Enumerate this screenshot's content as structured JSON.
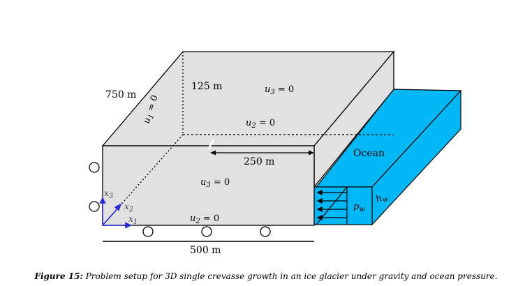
{
  "labels": {
    "depth": "750 m",
    "width": "500 m",
    "crevasse_length": "250 m",
    "top_right_dim": "125 m",
    "ocean": "Ocean",
    "u1": "u",
    "u1_sub": "1",
    "u1_eq": " = 0",
    "u2_top": "u",
    "u2_sub": "2",
    "u2_eq": " = 0",
    "u3_top": "u",
    "u3_sub": "3",
    "u3_eq": " = 0",
    "pw": "p",
    "pw_sub": "w",
    "hw": "h",
    "hw_sub": "w",
    "x1": "x",
    "x1_sub": "1",
    "x2": "x",
    "x2_sub": "2",
    "x3": "x",
    "x3_sub": "3"
  },
  "caption": {
    "figure_label": "Figure 15:",
    "text": " Problem setup for 3D single crevasse growth in an ice glacier under gravity and ocean pressure."
  },
  "colors": {
    "ice": "#e1e1e1",
    "ocean": "#00b8f5",
    "axes": "#2a2ad8"
  }
}
